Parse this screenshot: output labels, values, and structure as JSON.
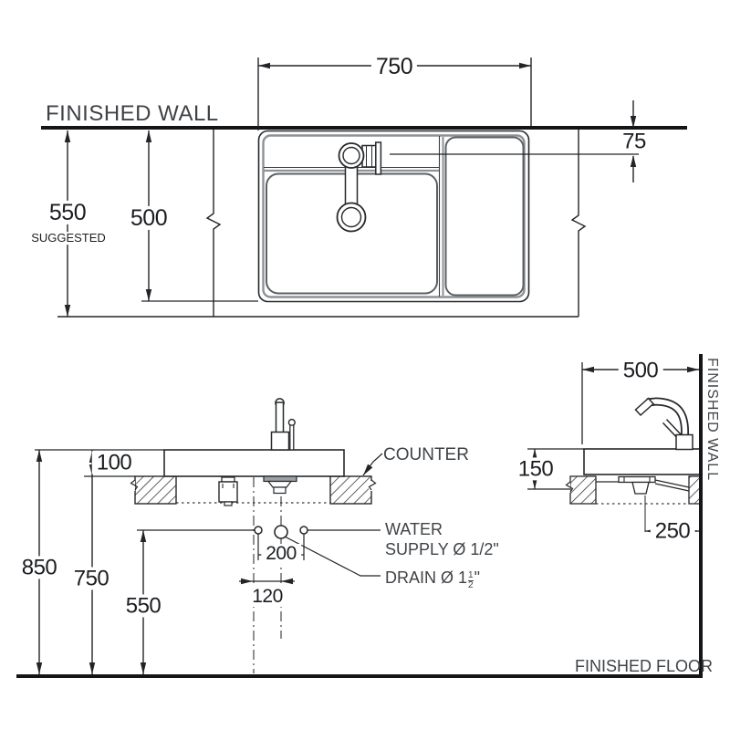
{
  "colors": {
    "line": "#222427",
    "thick_line": "#141517",
    "inner_gray": "#8d9296",
    "basin_gray": "#5c6063",
    "label_text": "#3f4347",
    "dim_text": "#1b1d20",
    "flange_fill": "#9aa0a5"
  },
  "plan_view": {
    "finished_wall_label": "FINISHED WALL",
    "dims": {
      "width": "750",
      "faucet_center_from_wall": "75",
      "depth_suggested": "550",
      "depth_suggested_note": "SUGGESTED",
      "basin_depth": "500"
    }
  },
  "front_view": {
    "dims": {
      "rim_thickness": "100",
      "rim_height": "850",
      "counter_height": "750",
      "supply_height": "550",
      "supply_spacing": "200",
      "drain_offset": "120"
    },
    "labels": {
      "counter": "COUNTER",
      "water_supply_line1": "WATER",
      "water_supply_line2": "SUPPLY Ø 1/2\"",
      "drain_prefix": "DRAIN Ø 1",
      "drain_frac_num": "1",
      "drain_frac_den": "2",
      "drain_suffix": "\""
    }
  },
  "side_view": {
    "dims": {
      "depth": "500",
      "sink_height": "150",
      "drain_from_wall": "250"
    },
    "labels": {
      "finished_wall": "FINISHED WALL",
      "finished_floor": "FINISHED FLOOR"
    }
  }
}
